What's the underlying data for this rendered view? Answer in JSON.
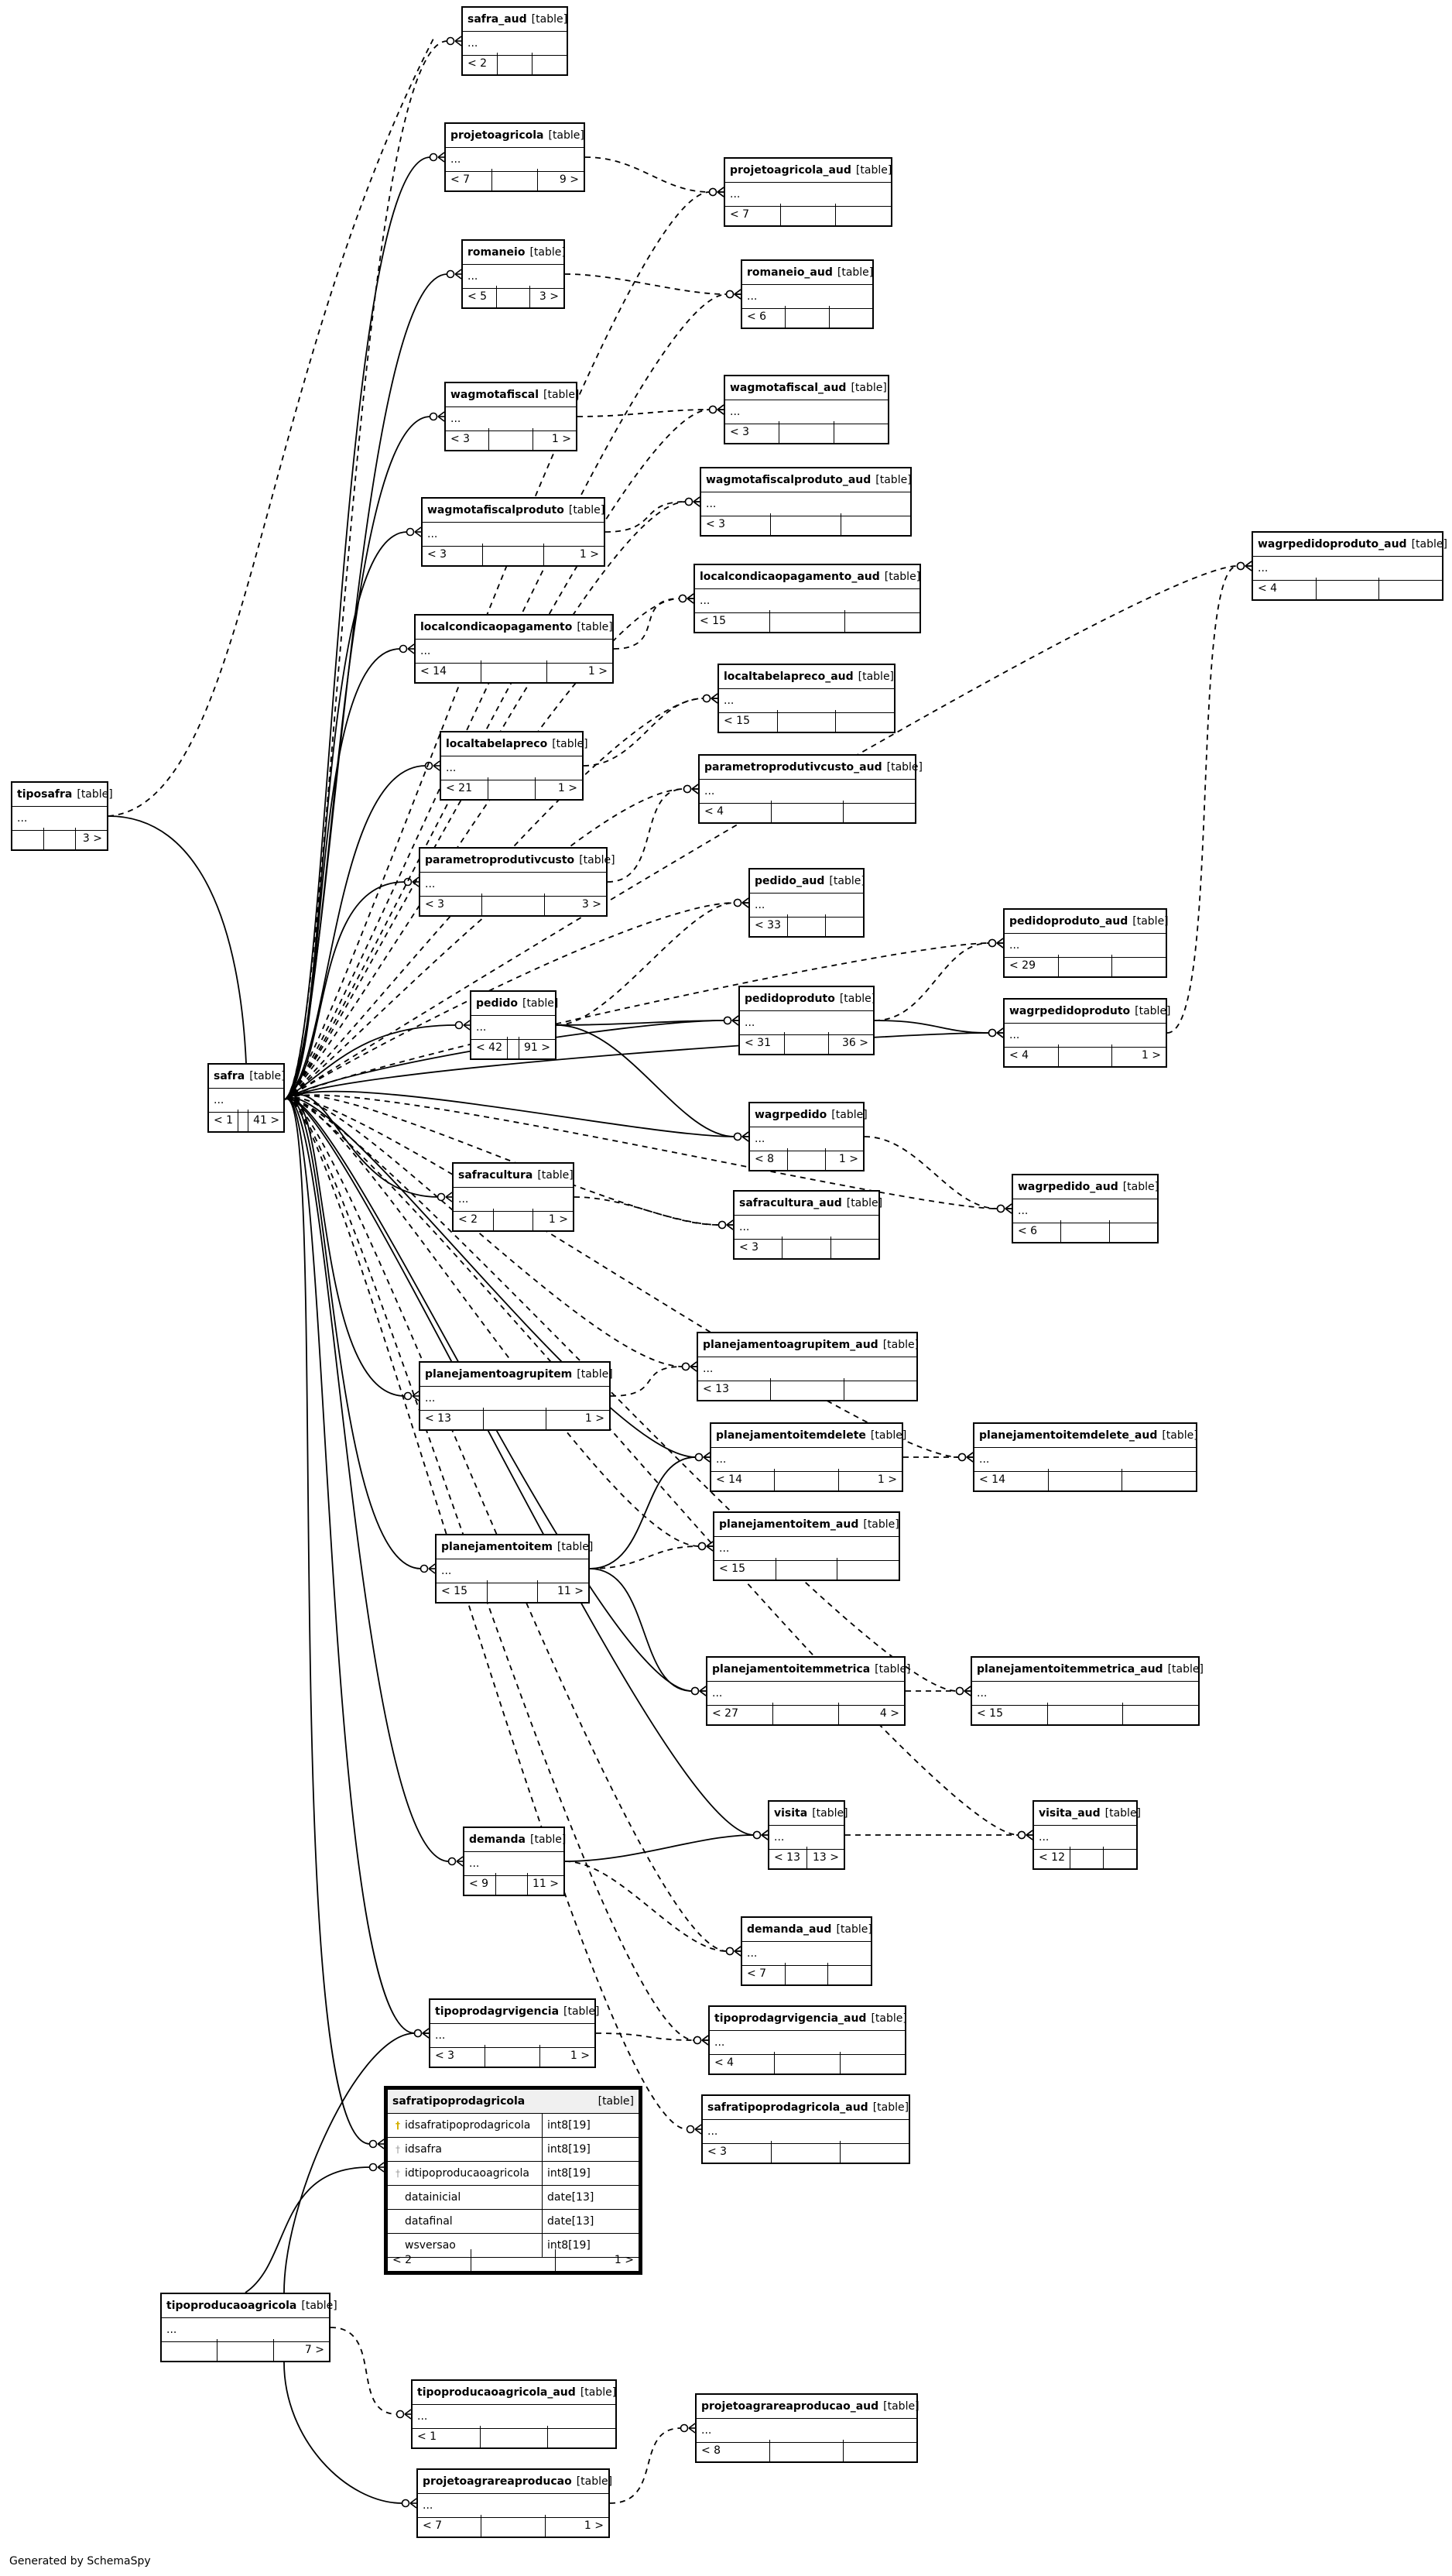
{
  "footer": "Generated by SchemaSpy",
  "type_label": "[table]",
  "ellipsis": "...",
  "tables": [
    {
      "name": "safra_aud",
      "footer": [
        "< 2",
        "",
        ""
      ]
    },
    {
      "name": "projetoagricola",
      "footer": [
        "< 7",
        "",
        "9 >"
      ]
    },
    {
      "name": "projetoagricola_aud",
      "footer": [
        "< 7",
        "",
        ""
      ]
    },
    {
      "name": "romaneio",
      "footer": [
        "< 5",
        "",
        "3 >"
      ]
    },
    {
      "name": "romaneio_aud",
      "footer": [
        "< 6",
        "",
        ""
      ]
    },
    {
      "name": "wagmotafiscal",
      "footer": [
        "< 3",
        "",
        "1 >"
      ]
    },
    {
      "name": "wagmotafiscal_aud",
      "footer": [
        "< 3",
        "",
        ""
      ]
    },
    {
      "name": "wagmotafiscalproduto",
      "footer": [
        "< 3",
        "",
        "1 >"
      ]
    },
    {
      "name": "wagmotafiscalproduto_aud",
      "footer": [
        "< 3",
        "",
        ""
      ]
    },
    {
      "name": "wagrpedidoproduto_aud",
      "footer": [
        "< 4",
        "",
        ""
      ]
    },
    {
      "name": "localcondicaopagamento_aud",
      "footer": [
        "< 15",
        "",
        ""
      ]
    },
    {
      "name": "localcondicaopagamento",
      "footer": [
        "< 14",
        "",
        "1 >"
      ]
    },
    {
      "name": "localtabelapreco_aud",
      "footer": [
        "< 15",
        "",
        ""
      ]
    },
    {
      "name": "localtabelapreco",
      "footer": [
        "< 21",
        "",
        "1 >"
      ]
    },
    {
      "name": "tiposafra",
      "footer": [
        "",
        "",
        "3 >"
      ]
    },
    {
      "name": "parametroprodutivcusto_aud",
      "footer": [
        "< 4",
        "",
        ""
      ]
    },
    {
      "name": "parametroprodutivcusto",
      "footer": [
        "< 3",
        "",
        "3 >"
      ]
    },
    {
      "name": "pedido_aud",
      "footer": [
        "< 33",
        "",
        ""
      ]
    },
    {
      "name": "pedidoproduto_aud",
      "footer": [
        "< 29",
        "",
        ""
      ]
    },
    {
      "name": "pedido",
      "footer": [
        "< 42",
        "",
        "91 >"
      ]
    },
    {
      "name": "pedidoproduto",
      "footer": [
        "< 31",
        "",
        "36 >"
      ]
    },
    {
      "name": "wagrpedidoproduto",
      "footer": [
        "< 4",
        "",
        "1 >"
      ]
    },
    {
      "name": "safra",
      "footer": [
        "< 1",
        "",
        "41 >"
      ]
    },
    {
      "name": "wagrpedido",
      "footer": [
        "< 8",
        "",
        "1 >"
      ]
    },
    {
      "name": "wagrpedido_aud",
      "footer": [
        "< 6",
        "",
        ""
      ]
    },
    {
      "name": "safracultura",
      "footer": [
        "< 2",
        "",
        "1 >"
      ]
    },
    {
      "name": "safracultura_aud",
      "footer": [
        "< 3",
        "",
        ""
      ]
    },
    {
      "name": "planejamentoagrupitem_aud",
      "footer": [
        "< 13",
        "",
        ""
      ]
    },
    {
      "name": "planejamentoagrupitem",
      "footer": [
        "< 13",
        "",
        "1 >"
      ]
    },
    {
      "name": "planejamentoitemdelete",
      "footer": [
        "< 14",
        "",
        "1 >"
      ]
    },
    {
      "name": "planejamentoitemdelete_aud",
      "footer": [
        "< 14",
        "",
        ""
      ]
    },
    {
      "name": "planejamentoitem_aud",
      "footer": [
        "< 15",
        "",
        ""
      ]
    },
    {
      "name": "planejamentoitem",
      "footer": [
        "< 15",
        "",
        "11 >"
      ]
    },
    {
      "name": "planejamentoitemmetrica",
      "footer": [
        "< 27",
        "",
        "4 >"
      ]
    },
    {
      "name": "planejamentoitemmetrica_aud",
      "footer": [
        "< 15",
        "",
        ""
      ]
    },
    {
      "name": "visita",
      "footer": [
        "< 13",
        "13 >"
      ]
    },
    {
      "name": "visita_aud",
      "footer": [
        "< 12",
        "",
        ""
      ]
    },
    {
      "name": "demanda",
      "footer": [
        "< 9",
        "",
        "11 >"
      ]
    },
    {
      "name": "demanda_aud",
      "footer": [
        "< 7",
        "",
        ""
      ]
    },
    {
      "name": "tipoprodagrvigencia",
      "footer": [
        "< 3",
        "",
        "1 >"
      ]
    },
    {
      "name": "tipoprodagrvigencia_aud",
      "footer": [
        "< 4",
        "",
        ""
      ]
    },
    {
      "name": "safratipoprodagricola_aud",
      "footer": [
        "< 3",
        "",
        ""
      ]
    },
    {
      "name": "tipoproducaoagricola",
      "footer": [
        "",
        "",
        "7 >"
      ]
    },
    {
      "name": "tipoproducaoagricola_aud",
      "footer": [
        "< 1",
        "",
        ""
      ]
    },
    {
      "name": "projetoagrareaproducao_aud",
      "footer": [
        "< 8",
        "",
        ""
      ]
    },
    {
      "name": "projetoagrareaproducao",
      "footer": [
        "< 7",
        "",
        "1 >"
      ]
    }
  ],
  "focus_table": {
    "name": "safratipoprodagricola",
    "type": "[table]",
    "columns": [
      {
        "name": "idsafratipoprodagricola",
        "type": "int8[19]",
        "key": "pk"
      },
      {
        "name": "idsafra",
        "type": "int8[19]",
        "key": "fk"
      },
      {
        "name": "idtipoproducaoagricola",
        "type": "int8[19]",
        "key": "fk"
      },
      {
        "name": "datainicial",
        "type": "date[13]",
        "key": ""
      },
      {
        "name": "datafinal",
        "type": "date[13]",
        "key": ""
      },
      {
        "name": "wsversao",
        "type": "int8[19]",
        "key": ""
      }
    ],
    "footer": [
      "< 2",
      "",
      "1 >"
    ]
  },
  "colors": {
    "line": "#000000",
    "pk_key": "#d4b000",
    "fk_key": "#9a9a9a",
    "focus_header": "#f0f0f0"
  },
  "icons": {
    "pk": "key-icon",
    "fk": "foreign-key-icon"
  }
}
